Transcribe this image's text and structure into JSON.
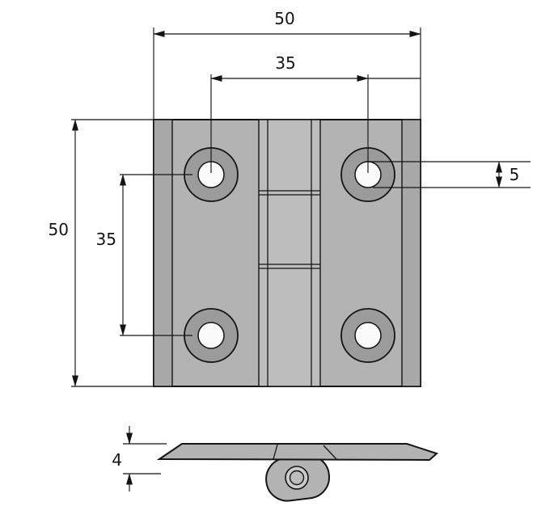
{
  "drawing": {
    "dims": {
      "overall_width": "50",
      "hole_pitch_horizontal": "35",
      "overall_height": "50",
      "hole_pitch_vertical": "35",
      "hole_diameter": "5",
      "leaf_thickness": "4"
    }
  },
  "colors": {
    "background": "#ffffff",
    "line_color": "#141414",
    "plate_fill": "#b3b3b3",
    "edge_strip_fill": "#a8a8a8",
    "center_strip_fill": "#bdbdbd",
    "hole_ring_fill": "#9b9b9b",
    "hole_inner_fill": "#fbfbfb",
    "pin_outer_fill": "#cccccc",
    "pin_inner_fill": "#bdbdbd"
  }
}
